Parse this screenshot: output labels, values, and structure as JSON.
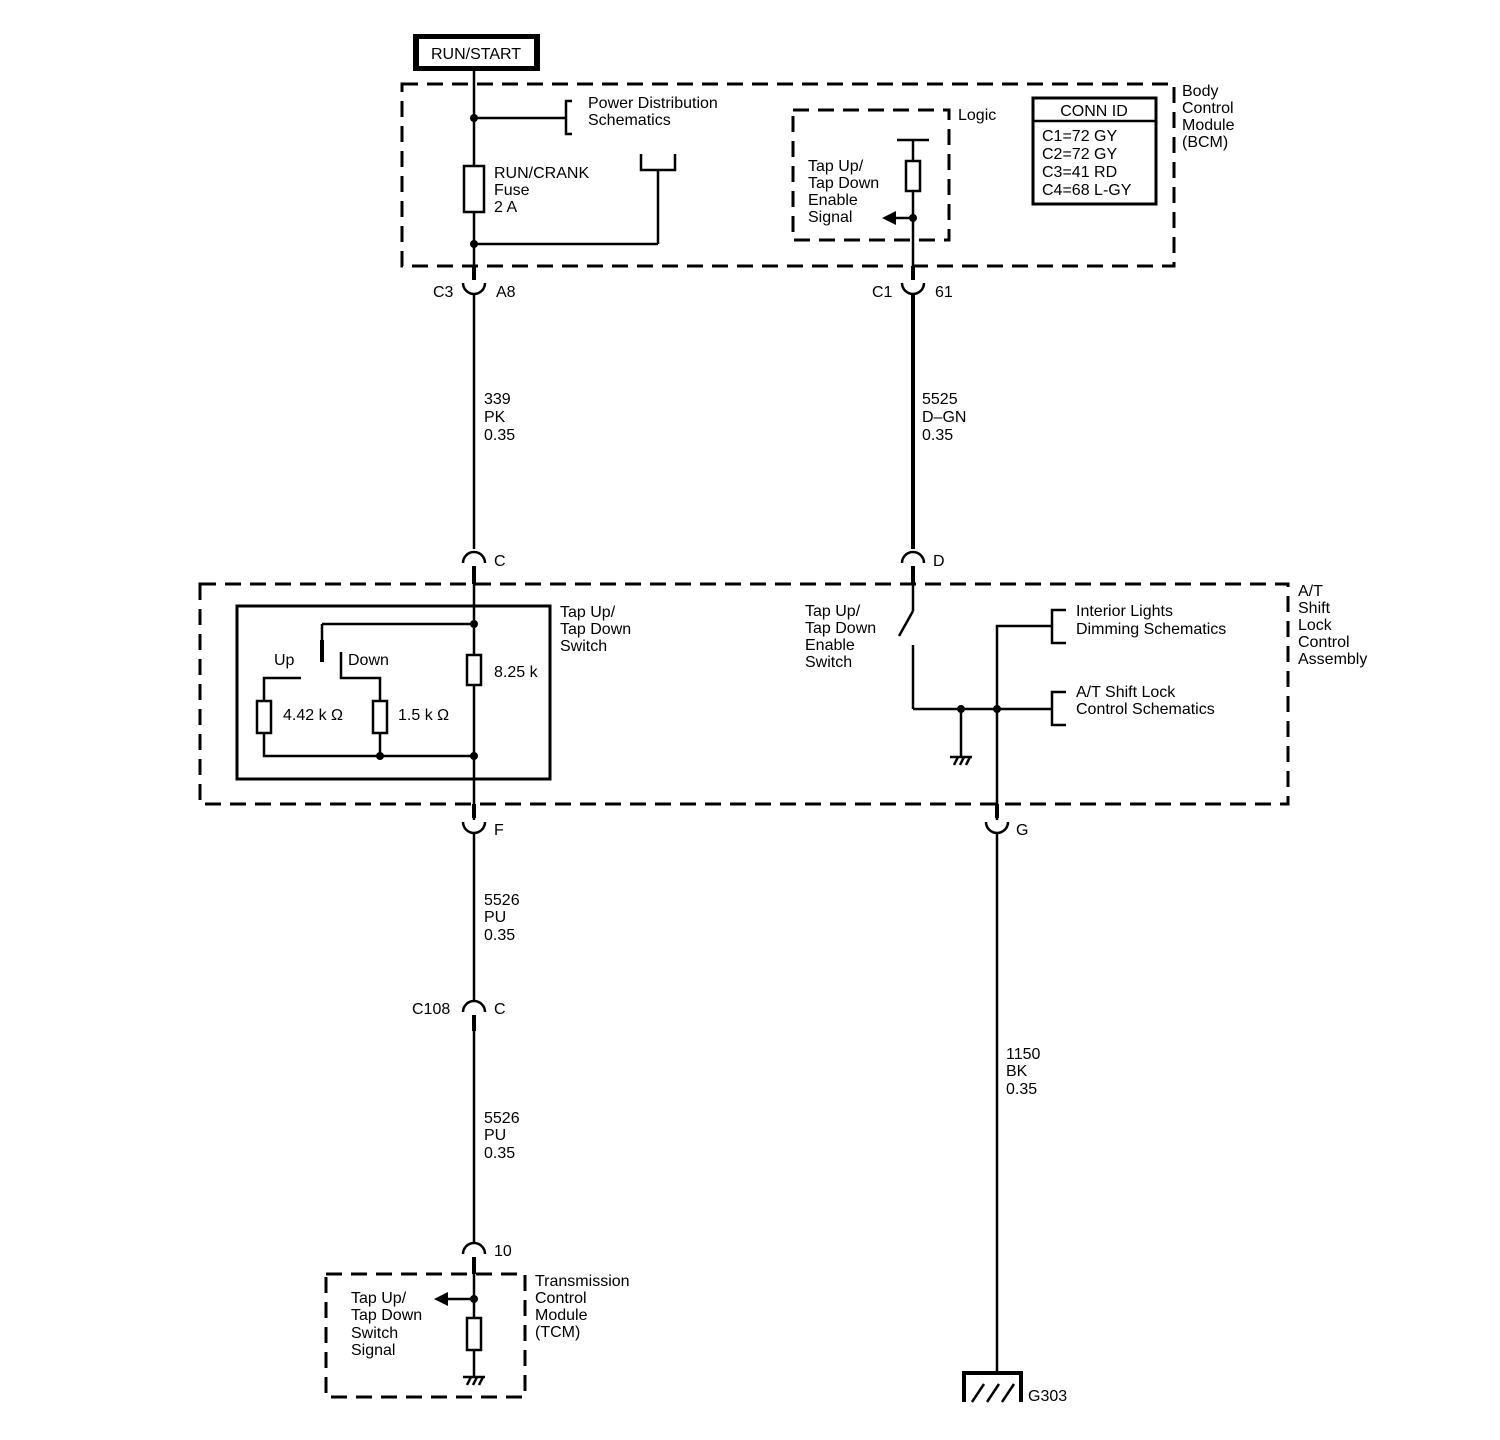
{
  "power_source": "RUN/START",
  "bcm": {
    "name": [
      "Body",
      "Control",
      "Module",
      "(BCM)"
    ],
    "power_dist": [
      "Power Distribution",
      "Schematics"
    ],
    "fuse": [
      "RUN/CRANK",
      "Fuse",
      "2 A"
    ],
    "logic_label": "Logic",
    "signal": [
      "Tap Up/",
      "Tap Down",
      "Enable",
      "Signal"
    ],
    "conn_id": {
      "title": "CONN ID",
      "rows": [
        "C1=72 GY",
        "C2=72 GY",
        "C3=41 RD",
        "C4=68 L-GY"
      ]
    }
  },
  "connectors": {
    "c3": "C3",
    "a8": "A8",
    "c1": "C1",
    "p61": "61",
    "c_top": "C",
    "d_top": "D",
    "f": "F",
    "g": "G",
    "c108": "C108",
    "c_mid": "C",
    "p10": "10"
  },
  "wires": {
    "w339": [
      "339",
      "PK",
      "0.35"
    ],
    "w5525": [
      "5525",
      "D–GN",
      "0.35"
    ],
    "w5526a": [
      "5526",
      "PU",
      "0.35"
    ],
    "w5526b": [
      "5526",
      "PU",
      "0.35"
    ],
    "w1150": [
      "1150",
      "BK",
      "0.35"
    ]
  },
  "shift_lock": {
    "name": [
      "A/T",
      "Shift",
      "Lock",
      "Control",
      "Assembly"
    ],
    "switch_label": [
      "Tap Up/",
      "Tap Down",
      "Switch"
    ],
    "up": "Up",
    "down": "Down",
    "r1": "4.42 k Ω",
    "r2": "1.5 k Ω",
    "r3": "8.25 k",
    "enable_switch": [
      "Tap Up/",
      "Tap Down",
      "Enable",
      "Switch"
    ],
    "interior": [
      "Interior Lights",
      "Dimming Schematics"
    ],
    "shift_lock_sch": [
      "A/T Shift Lock",
      "Control Schematics"
    ]
  },
  "tcm": {
    "name": [
      "Transmission",
      "Control",
      "Module",
      "(TCM)"
    ],
    "signal": [
      "Tap Up/",
      "Tap Down",
      "Switch",
      "Signal"
    ]
  },
  "ground": "G303"
}
